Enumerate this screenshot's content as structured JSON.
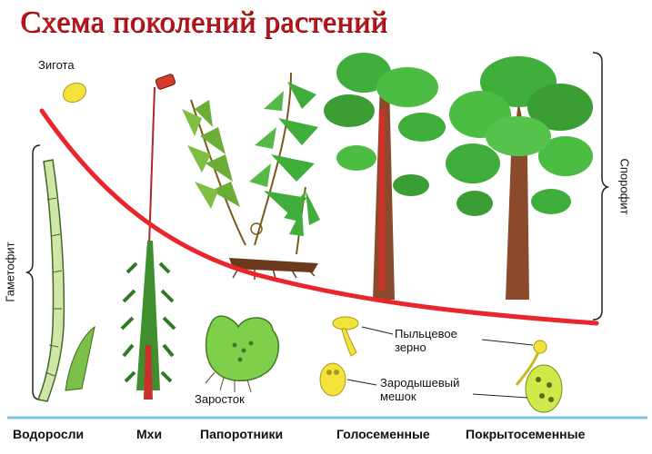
{
  "title": "Схема поколений растений",
  "labels": {
    "zygote": "Зигота",
    "gametophyte": "Гаметофит",
    "sporophyte": "Спорофит",
    "prothallus": "Заросток",
    "pollen_grain": "Пыльцевое\nзерно",
    "embryo_sac": "Зародышевый\nмешок"
  },
  "categories": [
    "Водоросли",
    "Мхи",
    "Папоротники",
    "Голосеменные",
    "Покрытосеменные"
  ],
  "colors": {
    "title": "#c0141c",
    "curve": "#e8262c",
    "baseline": "#7fc3e8",
    "foliage": "#3fae3a",
    "trunk": "#8b4a2b",
    "zygote": "#f2e23a"
  },
  "icons": [
    "zygote-icon",
    "algae-icon",
    "moss-icon",
    "fern-icon",
    "pine-tree-icon",
    "deciduous-tree-icon",
    "prothallus-icon",
    "pollen-grain-icon",
    "embryo-sac-icon"
  ]
}
